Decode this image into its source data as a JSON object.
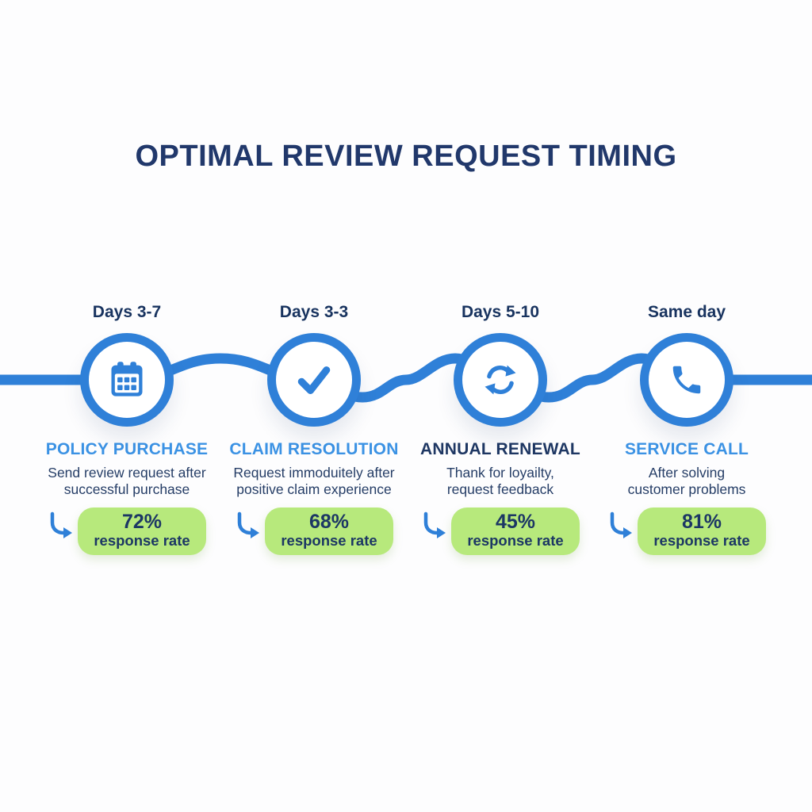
{
  "title": "OPTIMAL REVIEW REQUEST TIMING",
  "colors": {
    "timeline_blue": "#2f80d8",
    "heading_blue": "#3b92e4",
    "navy_text": "#1e3763",
    "pill_green": "#b7e97c",
    "background": "#fdfdfe"
  },
  "stages": [
    {
      "timing": "Days 3-7",
      "icon": "calendar-icon",
      "title": "POLICY PURCHASE",
      "title_color": "#3b92e4",
      "description_line1": "Send review request after",
      "description_line2": "successful purchase",
      "rate": "72%",
      "rate_label": "response rate"
    },
    {
      "timing": "Days 3-3",
      "icon": "check-icon",
      "title": "CLAIM RESOLUTION",
      "title_color": "#3b92e4",
      "description_line1": "Request immoduitely after",
      "description_line2": "positive claim experience",
      "rate": "68%",
      "rate_label": "response rate"
    },
    {
      "timing": "Days 5-10",
      "icon": "renewal-icon",
      "title": "ANNUAL RENEWAL",
      "title_color": "#1e3763",
      "description_line1": "Thank for loyailty,",
      "description_line2": "request feedback",
      "rate": "45%",
      "rate_label": "response rate"
    },
    {
      "timing": "Same day",
      "icon": "phone-icon",
      "title": "SERVICE CALL",
      "title_color": "#3b92e4",
      "description_line1": "After solving",
      "description_line2": "customer problems",
      "rate": "81%",
      "rate_label": "response rate"
    }
  ]
}
